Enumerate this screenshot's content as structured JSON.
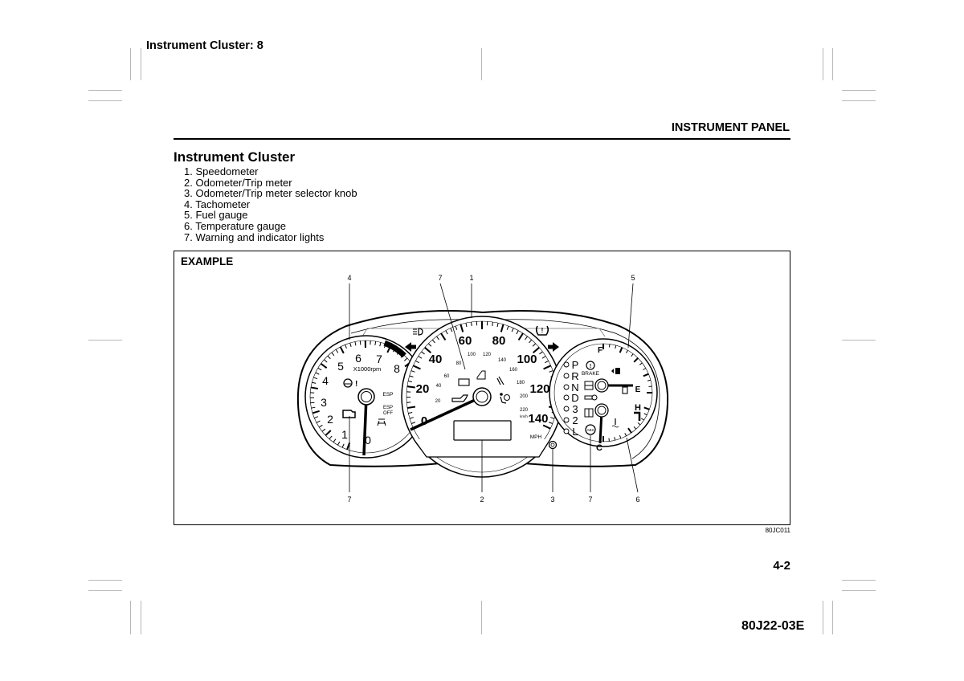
{
  "header": {
    "running_title": "Instrument Cluster: 8",
    "section_title": "INSTRUMENT PANEL"
  },
  "content": {
    "heading": "Instrument Cluster",
    "items": [
      "1. Speedometer",
      "2. Odometer/Trip meter",
      "3. Odometer/Trip meter selector knob",
      "4. Tachometer",
      "5. Fuel gauge",
      "6. Temperature gauge",
      "7. Warning and indicator lights"
    ]
  },
  "figure": {
    "tag": "EXAMPLE",
    "code": "80JC011",
    "callouts_top": [
      "4",
      "7",
      "1",
      "5"
    ],
    "callouts_bottom": [
      "7",
      "2",
      "3",
      "7",
      "6"
    ],
    "tachometer": {
      "numbers": [
        "1",
        "2",
        "3",
        "4",
        "5",
        "6",
        "7",
        "8",
        "0"
      ],
      "unit": "X1000rpm",
      "esp": "ESP",
      "esp_off": [
        "ESP",
        "OFF"
      ]
    },
    "speedometer": {
      "mph_numbers": [
        "0",
        "20",
        "40",
        "60",
        "80",
        "100",
        "120",
        "140"
      ],
      "mph_unit": "MPH",
      "kmh_numbers": [
        "20",
        "40",
        "60",
        "80",
        "100",
        "120",
        "140",
        "160",
        "180",
        "200",
        "220"
      ],
      "kmh_unit": "km/h"
    },
    "gear_indicator": [
      "P",
      "R",
      "N",
      "D",
      "3",
      "2",
      "L"
    ],
    "right_cluster": {
      "brake": "BRAKE",
      "abs": "ABS",
      "fuel_full": "F",
      "fuel_empty": "E",
      "temp_hot": "H",
      "temp_cold": "C"
    }
  },
  "footer": {
    "page_number": "4-2",
    "document_code": "80J22-03E"
  }
}
